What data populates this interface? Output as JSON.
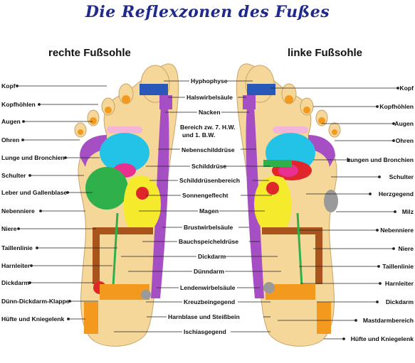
{
  "title": "Die Reflexzonen des Fußes",
  "subtitles": {
    "right_sole": "rechte Fußsohle",
    "left_sole": "linke Fußsohle"
  },
  "left_column_labels": [
    "Kopf",
    "Kopfhöhlen",
    "Augen",
    "Ohren",
    "Lunge und Bronchien",
    "Schulter",
    "Leber und Gallenblase",
    "Nebenniere",
    "Niere",
    "Taillenlinie",
    "Harnleiter",
    "Dickdarm",
    "Dünn-Dickdarm-Klappe",
    "Hüfte und Kniegelenk"
  ],
  "center_labels": [
    "Hyphophyse",
    "Halswirbelsäule",
    "Nacken",
    "Bereich zw. 7. H.W.",
    "und 1. B.W.",
    "Nebenschilddrüse",
    "Schilddrüse",
    "Schilddrüsenbereich",
    "Sonnengeflecht",
    "Magen",
    "Brustwirbelsäule",
    "Bauchspeicheldrüse",
    "Dickdarm",
    "Dünndarm",
    "Lendenwirbelsäule",
    "Kreuzbeingegend",
    "Harnblase und Steißbein",
    "Ischiasgegend"
  ],
  "right_column_labels": [
    "Kopf",
    "Kopfhöhlen",
    "Augen",
    "Ohren",
    "Lungen und Bronchien",
    "Schulter",
    "Herzgegend",
    "Milz",
    "Nebenniere",
    "Niere",
    "Taillenlinie",
    "Harnleiter",
    "Dickdarm",
    "Mastdarmbereich",
    "Hüfte und Kniegelenk"
  ],
  "colors": {
    "title": "#1f2a8c",
    "sole": "#f6d79a",
    "purple": "#a64ec4",
    "cyan": "#22c3e6",
    "green": "#2fb04a",
    "red": "#e0262a",
    "yellow": "#f6ea2c",
    "orange": "#f39a1e",
    "brown": "#a8541c",
    "blue": "#2a58b8",
    "magenta": "#e7308f",
    "gray": "#9a9a9a"
  }
}
